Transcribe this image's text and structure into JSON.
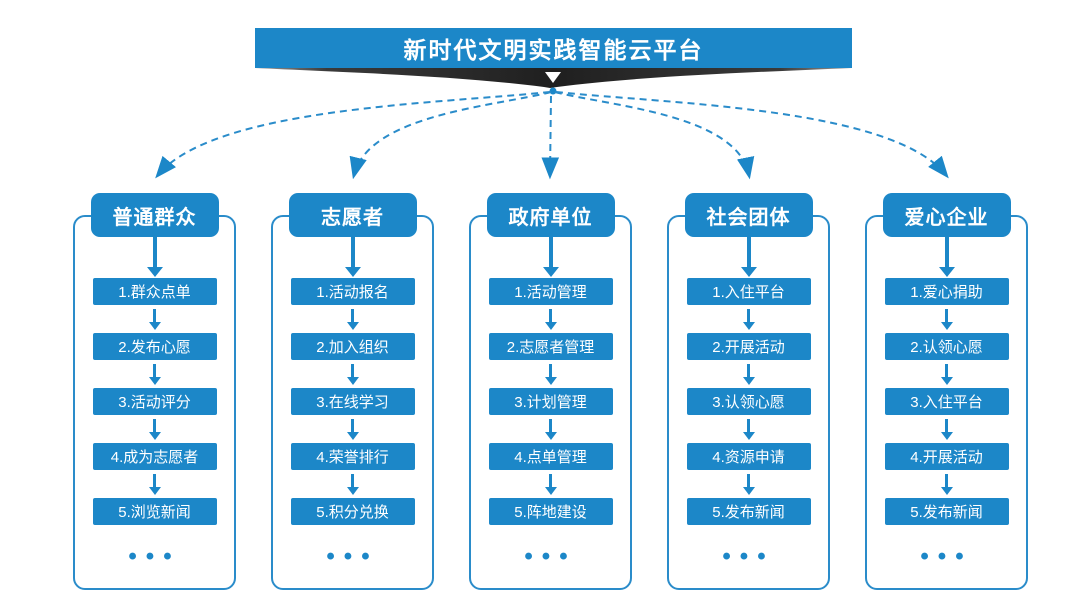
{
  "title": "新时代文明实践智能云平台",
  "ellipsis": "•••",
  "colors": {
    "primary_blue": "#1c87c8",
    "frame_border_blue": "#2a8cca",
    "ribbon_dark": "#262626",
    "text_white": "#ffffff"
  },
  "icons": {
    "banner_down_arrow": "down-arrow",
    "connector_arrowheads": "down-arrow"
  },
  "columns": [
    {
      "header": "普通群众",
      "items": [
        "1.群众点单",
        "2.发布心愿",
        "3.活动评分",
        "4.成为志愿者",
        "5.浏览新闻"
      ]
    },
    {
      "header": "志愿者",
      "items": [
        "1.活动报名",
        "2.加入组织",
        "3.在线学习",
        "4.荣誉排行",
        "5.积分兑换"
      ]
    },
    {
      "header": "政府单位",
      "items": [
        "1.活动管理",
        "2.志愿者管理",
        "3.计划管理",
        "4.点单管理",
        "5.阵地建设"
      ]
    },
    {
      "header": "社会团体",
      "items": [
        "1.入住平台",
        "2.开展活动",
        "3.认领心愿",
        "4.资源申请",
        "5.发布新闻"
      ]
    },
    {
      "header": "爱心企业",
      "items": [
        "1.爱心捐助",
        "2.认领心愿",
        "3.入住平台",
        "4.开展活动",
        "5.发布新闻"
      ]
    }
  ]
}
